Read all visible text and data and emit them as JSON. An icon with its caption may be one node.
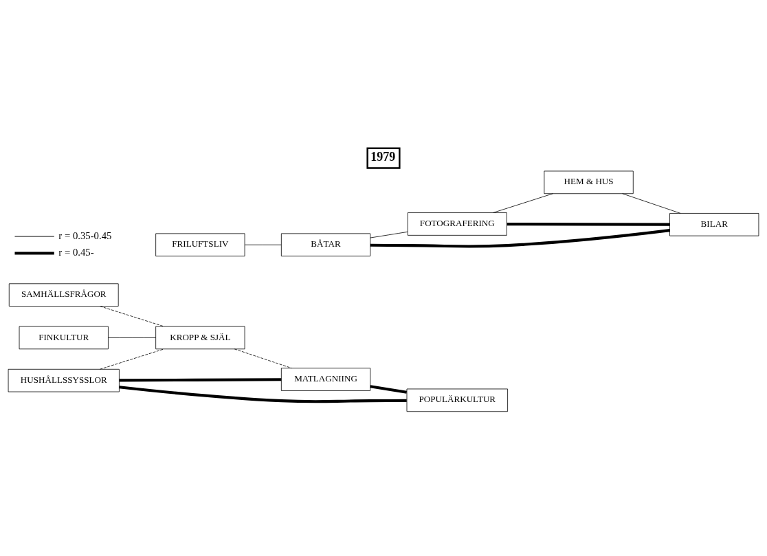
{
  "diagram": {
    "title": "1979",
    "nodes": [
      {
        "text": [
          "SAMHÄLLSFRÅGOR"
        ]
      },
      {
        "text": [
          "FINKULTUR"
        ]
      },
      {
        "text": [
          "KROPP & SJÄL"
        ]
      },
      {
        "text": [
          "HUSHÅLLSSYSSLOR"
        ]
      },
      {
        "text": [
          "MATLAGNIING"
        ]
      },
      {
        "text": [
          "POPULÄRKULTUR"
        ]
      },
      {
        "text": [
          "FRILUFTSLIV"
        ]
      },
      {
        "text": [
          "BÅTAR"
        ]
      },
      {
        "text": [
          "FOTOGRAFERING"
        ]
      },
      {
        "text": [
          "HEM & HUS"
        ]
      },
      {
        "text": [
          "BILAR"
        ]
      }
    ],
    "edges": [
      {
        "from": 0,
        "to": 2,
        "arrow": "none",
        "style": "dashed"
      },
      {
        "from": 1,
        "to": 2,
        "arrow": "none"
      },
      {
        "from": 3,
        "to": 2,
        "arrow": "none",
        "style": "dashed"
      },
      {
        "from": 2,
        "to": 4,
        "arrow": "none",
        "style": "dashed"
      },
      {
        "from": 3,
        "to": 4,
        "arrow": "none",
        "style": "thick"
      },
      {
        "from": 3,
        "to": 5,
        "arrow": "none",
        "style": "thick"
      },
      {
        "from": 4,
        "to": 5,
        "arrow": "none",
        "style": "thick"
      },
      {
        "from": 6,
        "to": 7,
        "arrow": "none"
      },
      {
        "from": 7,
        "to": 8,
        "arrow": "none"
      },
      {
        "from": 8,
        "to": 9,
        "arrow": "none"
      },
      {
        "from": 7,
        "to": 10,
        "arrow": "none",
        "style": "thick"
      },
      {
        "from": 8,
        "to": 10,
        "arrow": "none",
        "style": "thick"
      },
      {
        "from": 9,
        "to": 10,
        "arrow": "none"
      }
    ],
    "legend": [
      {
        "text": "r = 0.35-0.45"
      },
      {
        "text": "r = 0.45-"
      }
    ]
  }
}
